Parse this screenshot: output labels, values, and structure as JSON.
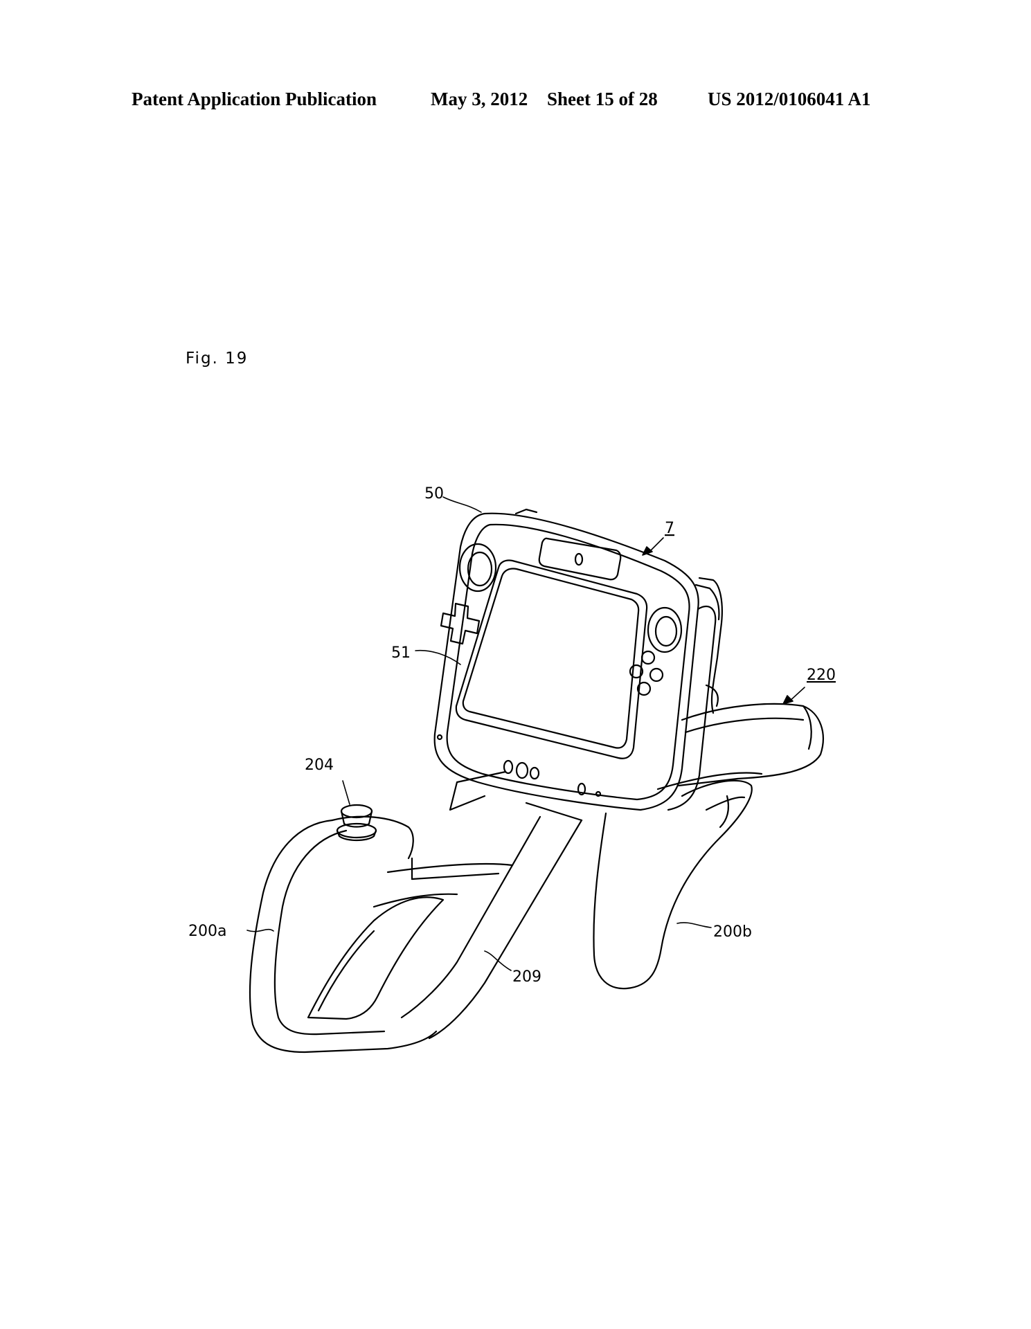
{
  "header": {
    "publication": "Patent Application Publication",
    "date": "May 3, 2012",
    "sheet": "Sheet 15 of 28",
    "number": "US 2012/0106041 A1"
  },
  "figure": {
    "label": "Fig. 19",
    "callouts": {
      "c50": "50",
      "c7": "7",
      "c51": "51",
      "c220": "220",
      "c204": "204",
      "c200a": "200a",
      "c200b": "200b",
      "c209": "209"
    }
  }
}
